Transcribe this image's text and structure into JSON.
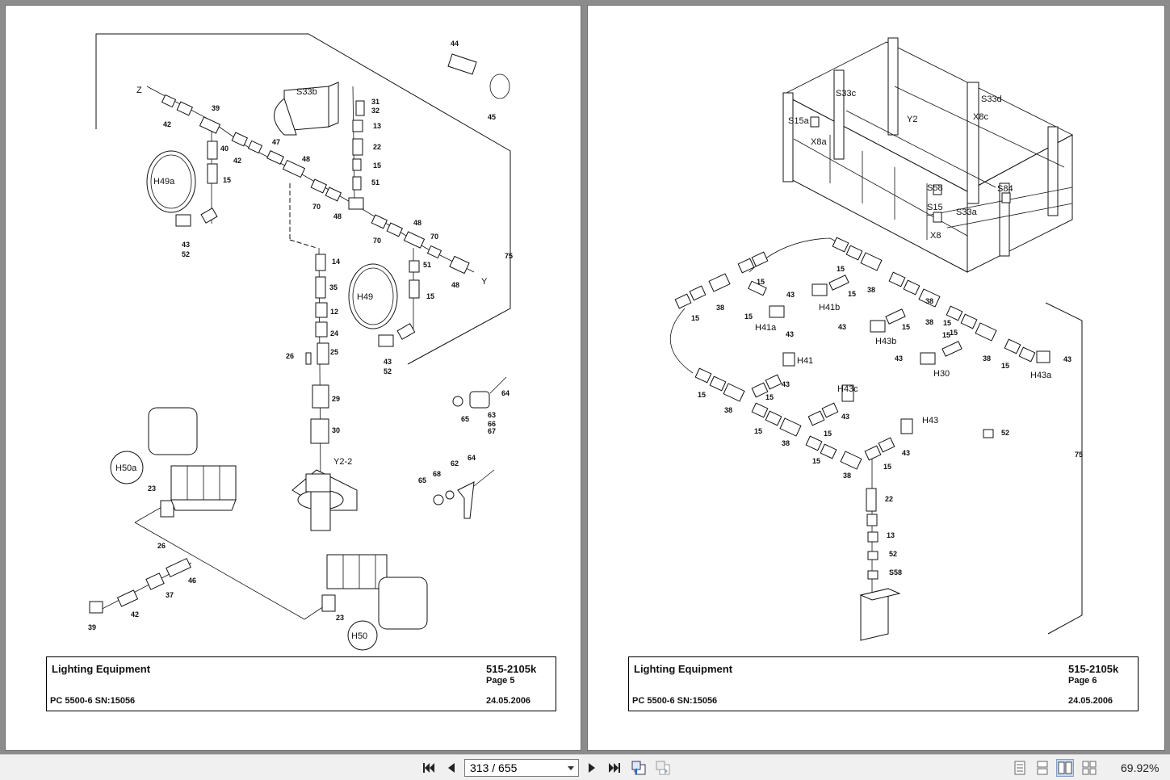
{
  "pages": [
    {
      "title": "Lighting Equipment",
      "doc_no": "515-2105k",
      "page_label": "Page 5",
      "model": "PC 5500-6 SN:15056",
      "date": "24.05.2006",
      "callouts": [
        "Z",
        "42",
        "39",
        "42",
        "40",
        "47",
        "48",
        "S33b",
        "31",
        "32",
        "13",
        "22",
        "15",
        "51",
        "H49a",
        "15",
        "43",
        "52",
        "70",
        "48",
        "70",
        "48",
        "70",
        "51",
        "15",
        "48",
        "Y",
        "75",
        "44",
        "45",
        "14",
        "35",
        "12",
        "24",
        "25",
        "26",
        "29",
        "30",
        "Y2-2",
        "H49",
        "43",
        "52",
        "64",
        "65",
        "63",
        "66",
        "67",
        "62",
        "64",
        "68",
        "65",
        "H50a",
        "23",
        "26",
        "46",
        "37",
        "42",
        "39",
        "23",
        "H50"
      ]
    },
    {
      "title": "Lighting Equipment",
      "doc_no": "515-2105k",
      "page_label": "Page 6",
      "model": "PC 5500-6 SN:15056",
      "date": "24.05.2006",
      "callouts": [
        "S33c",
        "S33d",
        "S15a",
        "X8c",
        "Y2",
        "X8a",
        "S58",
        "S84",
        "S15",
        "S33a",
        "X8",
        "15",
        "38",
        "15",
        "38",
        "43",
        "H41b",
        "15",
        "38",
        "15",
        "15",
        "38",
        "15",
        "H41a",
        "43",
        "43",
        "H43b",
        "15",
        "38",
        "15",
        "43",
        "H41",
        "43",
        "H30",
        "H43a",
        "43",
        "15",
        "15",
        "38",
        "15",
        "H43c",
        "43",
        "15",
        "38",
        "15",
        "43",
        "H43",
        "52",
        "15",
        "38",
        "15",
        "75",
        "15",
        "22",
        "13",
        "52",
        "S58"
      ]
    }
  ],
  "toolbar": {
    "page_display": "313 / 655",
    "zoom": "69.92%"
  }
}
